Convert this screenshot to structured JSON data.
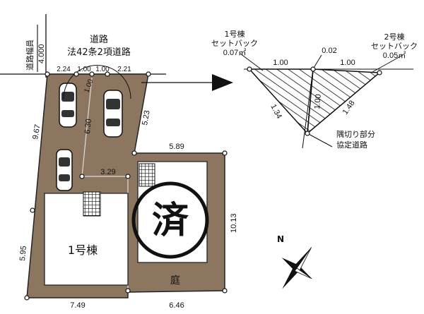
{
  "road": {
    "width_label": "道路幅員",
    "width_value": "4.000",
    "name": "道路",
    "type": "法42条2項道路"
  },
  "plot_dims": {
    "top_left": "2.24",
    "top_mid1": "1.00",
    "top_mid2": "1.00",
    "top_right": "2.21",
    "corner_cut": "1.00",
    "left_side": "9.67",
    "driveway_inner": "6.30",
    "right_upper": "5.23",
    "lot2_top": "5.89",
    "inner_step": "3.29",
    "right_side": "10.13",
    "left_lower": "5.95",
    "bottom_left": "7.49",
    "bottom_right": "6.46"
  },
  "labels": {
    "building1": "1号棟",
    "sold_mark": "済",
    "garden": "庭"
  },
  "setback": {
    "bldg1_title": "1号棟",
    "bldg1_sub": "セットバック",
    "bldg1_area": "0.07㎡",
    "bldg2_title": "2号棟",
    "bldg2_sub": "セットバック",
    "bldg2_area": "0.05㎡",
    "dim_top_gap": "0.02",
    "dim_left_top": "1.00",
    "dim_right_top": "1.00",
    "dim_left_slant": "1.34",
    "dim_center": "1.00",
    "dim_right_slant": "1.48",
    "corner_note_line1": "隅切り部分",
    "corner_note_line2": "協定道路"
  },
  "compass": {
    "north": "N"
  },
  "colors": {
    "lot_fill": "#8c7660",
    "lot_stroke": "#222222",
    "building_fill": "#ffffff",
    "hatch": "#111111"
  }
}
